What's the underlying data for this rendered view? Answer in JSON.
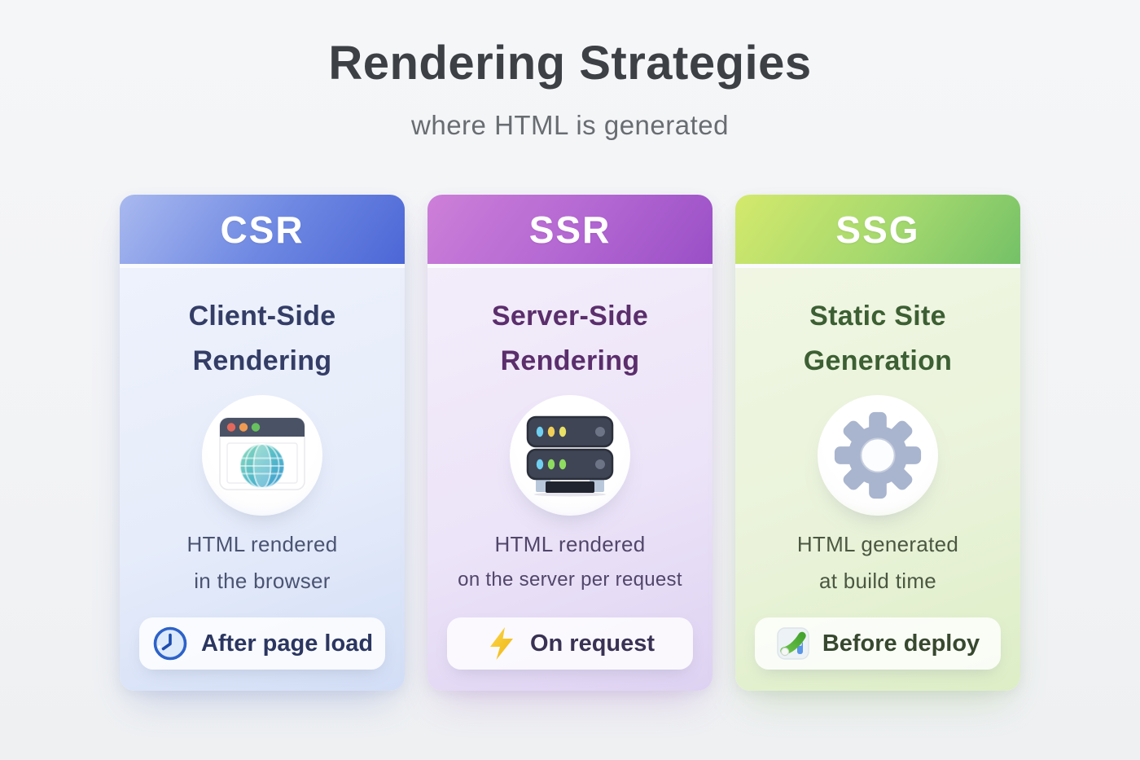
{
  "header": {
    "title": "Rendering Strategies",
    "subtitle": "where HTML is generated"
  },
  "cards": [
    {
      "abbr": "CSR",
      "full_name": "Client-Side Rendering",
      "title_lines": [
        "Client-Side",
        "Rendering"
      ],
      "icon": "browser-globe-icon",
      "description_lines": [
        "HTML rendered",
        "in the browser"
      ],
      "badge": {
        "icon": "clock-icon",
        "label": "After page load"
      },
      "colors": {
        "header_from": "#a9b9ef",
        "header_mid": "#6d87e2",
        "header_to": "#4c67d6",
        "body_from": "#eef2fc",
        "body_mid": "#e6ecfa",
        "body_to": "#d2def6",
        "title": "#333d66",
        "desc": "#4a5472",
        "badge_text": "#2b3660",
        "shadow": "rgba(95,120,200,0.32)",
        "circle_edge": "#e6ecfa"
      }
    },
    {
      "abbr": "SSR",
      "full_name": "Server-Side Rendering",
      "title_lines": [
        "Server-Side",
        "Rendering"
      ],
      "icon": "server-icon",
      "description_lines": [
        "HTML rendered",
        "on the server per request"
      ],
      "badge": {
        "icon": "lightning-icon",
        "label": "On request"
      },
      "colors": {
        "header_from": "#cd7fd8",
        "header_mid": "#b266d2",
        "header_to": "#9a4fc6",
        "body_from": "#f3edfa",
        "body_mid": "#ece4f8",
        "body_to": "#ded2f2",
        "title": "#5b2e6c",
        "desc": "#51466a",
        "badge_text": "#3a3254",
        "shadow": "rgba(160,100,200,0.30)",
        "circle_edge": "#efe9f8"
      }
    },
    {
      "abbr": "SSG",
      "full_name": "Static Site Generation",
      "title_lines": [
        "Static Site",
        "Generation"
      ],
      "icon": "gear-icon",
      "description_lines": [
        "HTML generated",
        "at build time"
      ],
      "badge": {
        "icon": "deploy-icon",
        "label": "Before deploy"
      },
      "colors": {
        "header_from": "#d4e96c",
        "header_mid": "#a4d86e",
        "header_to": "#74c167",
        "body_from": "#f0f6e3",
        "body_mid": "#eaf3da",
        "body_to": "#ddeec6",
        "title": "#3c5f33",
        "desc": "#4c5742",
        "badge_text": "#37482f",
        "shadow": "rgba(130,175,90,0.32)",
        "circle_edge": "#eaf3db"
      }
    }
  ],
  "icon_colors": {
    "browser_bar": "#4a5266",
    "dot_red": "#e2685c",
    "dot_orange": "#ef9a52",
    "dot_green": "#67c15e",
    "globe_teal": "#7fd4b8",
    "globe_blue": "#3e9ad4",
    "server_body": "#3f4554",
    "led_blue": "#6fd0f2",
    "led_yellow": "#f1cf58",
    "led_green": "#8edc60",
    "gear_gray": "#a9b5ce",
    "clock_blue": "#2d62c8",
    "lightning_yellow": "#f5c21c",
    "deploy_green": "#55b23c",
    "deploy_bar_blue": "#5a95e8"
  }
}
